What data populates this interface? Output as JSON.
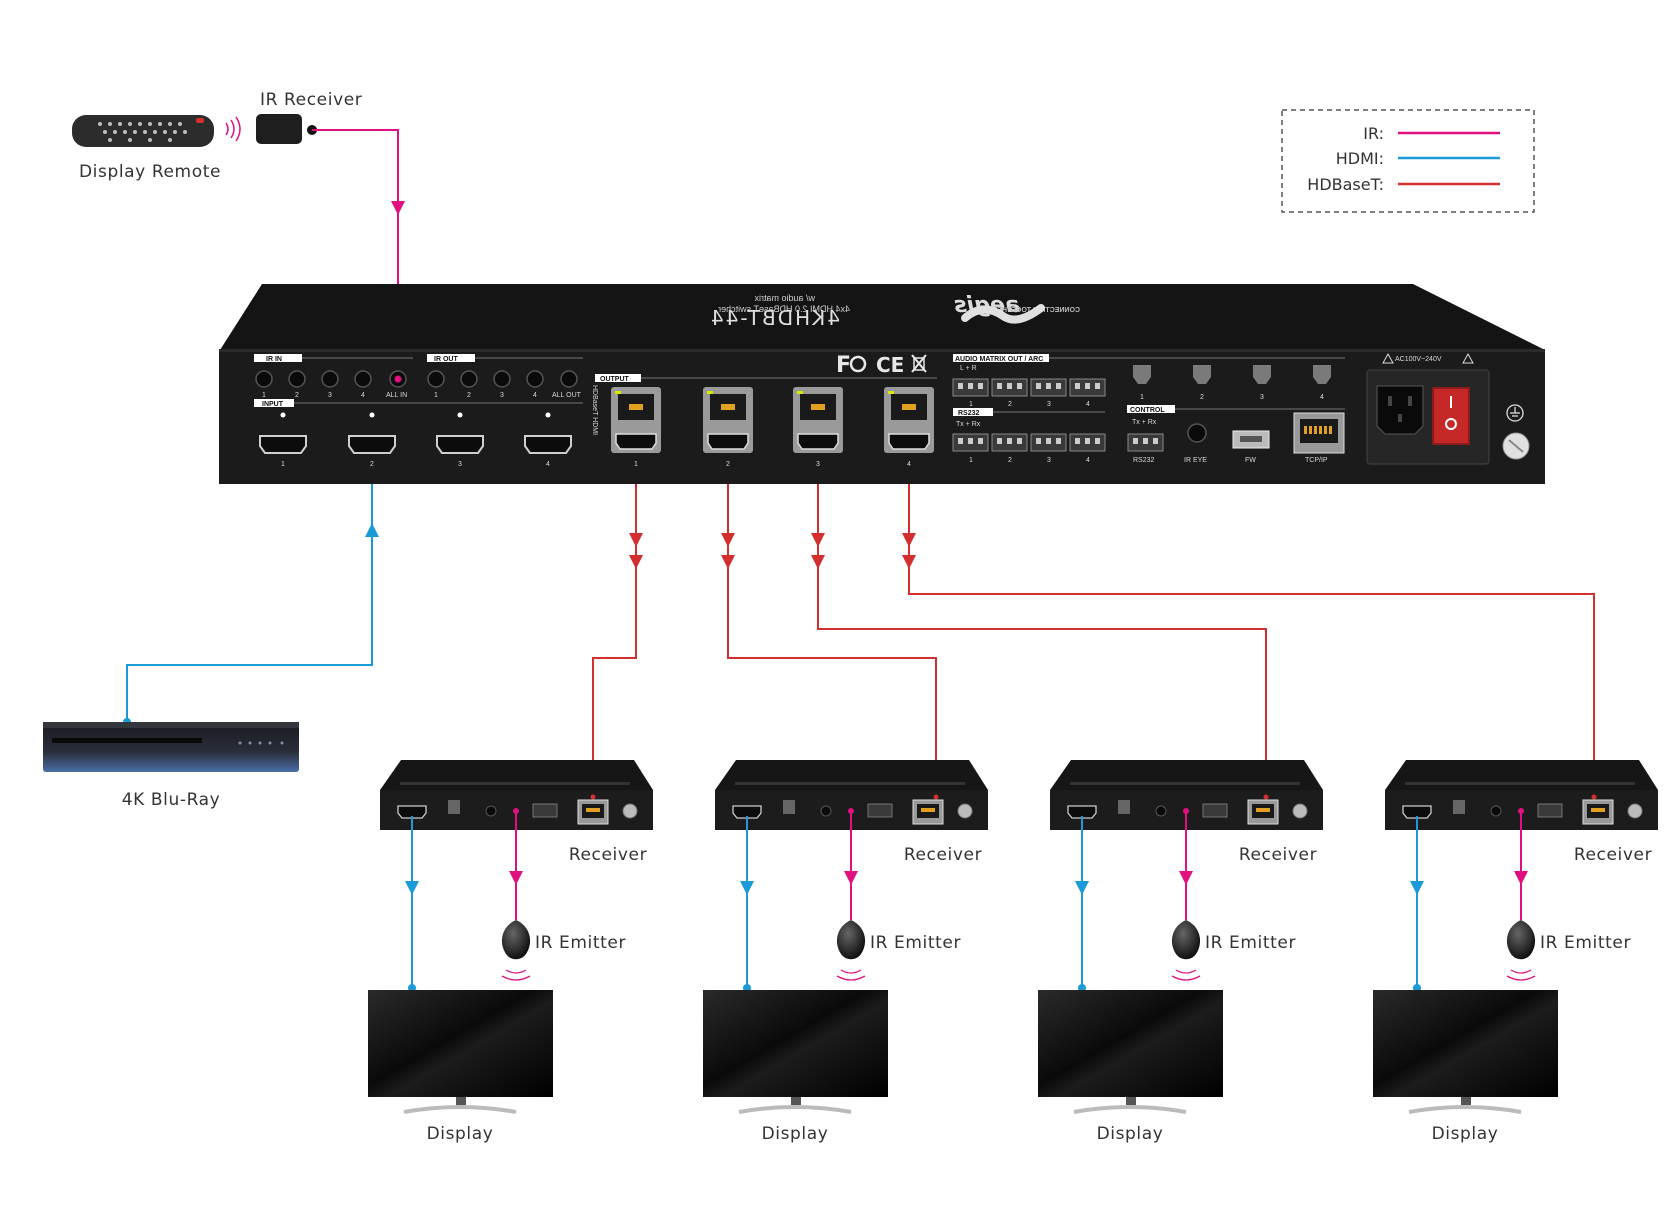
{
  "labels": {
    "ir_receiver": "IR Receiver",
    "display_remote": "Display Remote",
    "blu_ray": "4K Blu-Ray",
    "receiver": "Receiver",
    "ir_emitter": "IR Emitter",
    "display": "Display"
  },
  "legend": [
    {
      "label": "IR:",
      "color": "#e0117f"
    },
    {
      "label": "HDMI:",
      "color": "#1a9ad6"
    },
    {
      "label": "HDBaseT:",
      "color": "#d32f2f"
    }
  ],
  "device": {
    "brand": "aegis",
    "tagline": "CONNECTION TOGETHER",
    "model": "4KHDBT-44",
    "desc1": "4x4 HDMI 2.0 HDBaseT switcher",
    "desc2": "w/ audio matrix",
    "ir_in": "IR IN",
    "ir_out": "IR OUT",
    "input": "INPUT",
    "output": "OUTPUT",
    "hdbaset_hdmi": "HDBaseT  HDMI",
    "all_in": "ALL IN",
    "all_out": "ALL OUT",
    "audio_matrix": "AUDIO MATRIX OUT / ARC",
    "lr": "L  +  R",
    "rs232": "RS232",
    "txrx": "Tx  +  Rx",
    "control": "CONTROL",
    "ir_eye": "IR EYE",
    "fw": "FW",
    "tcpip": "TCP/IP",
    "power": "AC100V~240V",
    "port_numbers": [
      "1",
      "2",
      "3",
      "4"
    ]
  }
}
